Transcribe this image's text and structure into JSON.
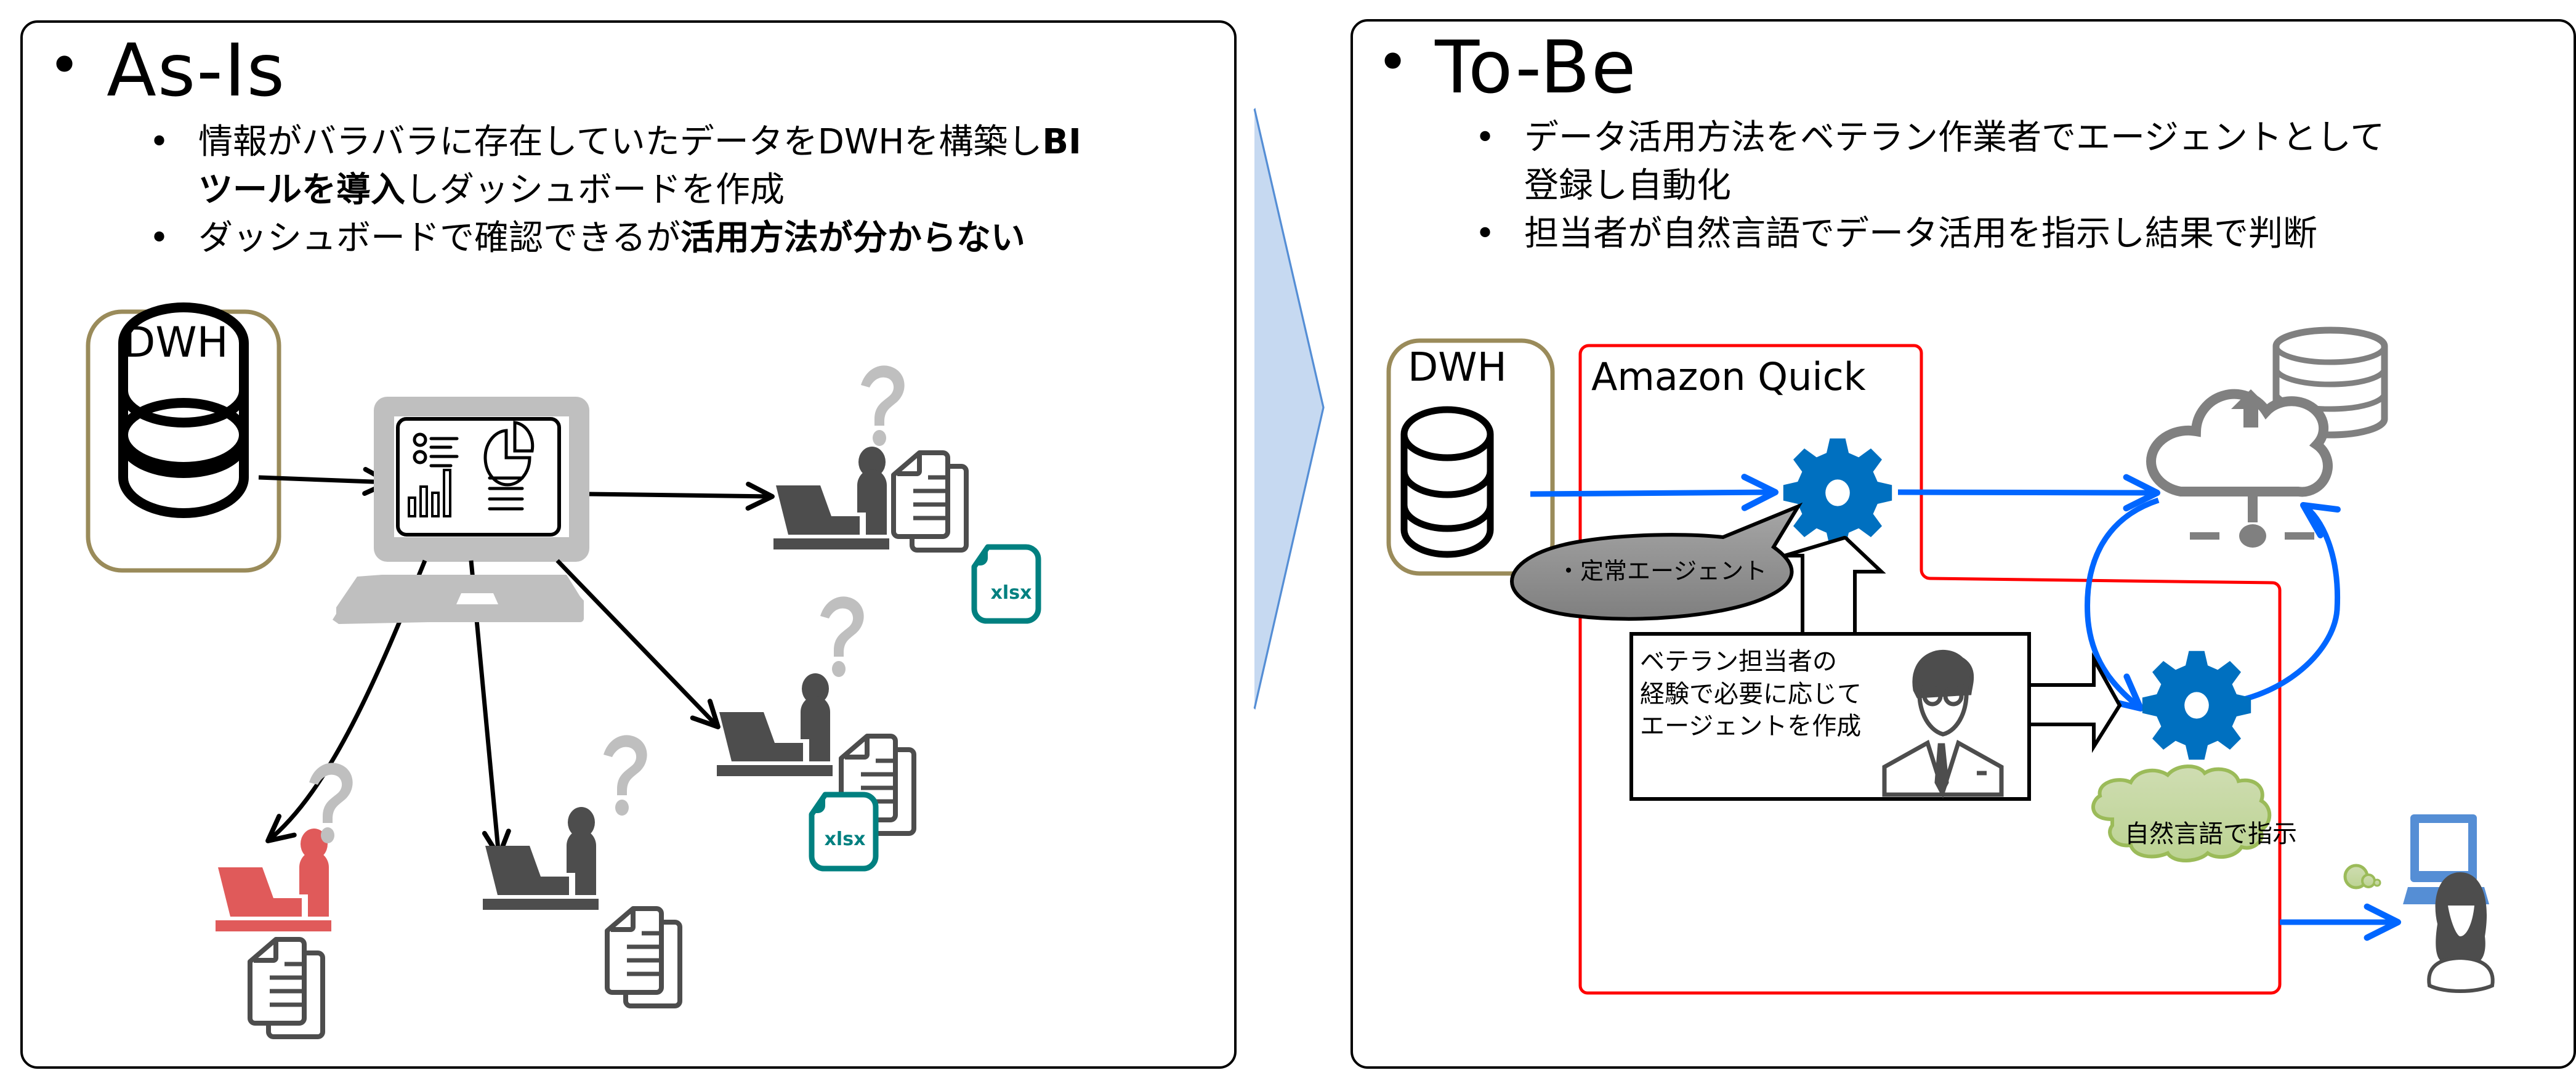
{
  "as_is": {
    "title": "As-Is",
    "bullets": [
      {
        "segments": [
          {
            "text": "情報がバラバラに存在していたデータをDWHを構築し",
            "bold": false
          },
          {
            "text": "BI",
            "bold": true
          }
        ],
        "line2": [
          {
            "text": "ツールを導入",
            "bold": true
          },
          {
            "text": "しダッシュボードを作成",
            "bold": false
          }
        ]
      },
      {
        "segments": [
          {
            "text": "ダッシュボードで確認できるが",
            "bold": false
          },
          {
            "text": "活用方法が分からない",
            "bold": true
          }
        ]
      }
    ],
    "dwh_label": "DWH",
    "file_badge": "xlsx",
    "icons": [
      "database-icon",
      "dashboard-monitor-icon",
      "user-at-laptop-icon",
      "question-mark-icon",
      "documents-icon",
      "xlsx-file-icon"
    ]
  },
  "to_be": {
    "title": "To-Be",
    "bullets": [
      {
        "line1": "データ活用方法をベテラン作業者でエージェントとして",
        "line2": "登録し自動化"
      },
      {
        "line1": "担当者が自然言語でデータ活用を指示し結果で判断"
      }
    ],
    "dwh_label": "DWH",
    "service_label": "Amazon Quick",
    "agent_callout": "・定常エージェント",
    "veteran_box": [
      "ベテラン担当者の",
      "経験で必要に応じて",
      "エージェントを作成"
    ],
    "cloud_callout": "自然言語で指示",
    "icons": [
      "database-icon",
      "gear-agent-icon",
      "cloud-database-icon",
      "veteran-person-icon",
      "female-user-computer-icon"
    ]
  },
  "colors": {
    "dwh_border": "#9A8B5A",
    "quick_border": "#FF0000",
    "flow_arrow": "#0066FF",
    "gear": "#0070C0",
    "icon_gray": "#4D4D4D",
    "question_gray": "#BFBFBF",
    "highlight_user": "#E05A5A",
    "xlsx_teal": "#008080",
    "transition_fill": "#C6D9F1",
    "transition_stroke": "#558ED5",
    "callout_fill": "#8C8C8C",
    "cloud_fill": "#C3D69B",
    "cloud_stroke": "#9BBB59"
  }
}
